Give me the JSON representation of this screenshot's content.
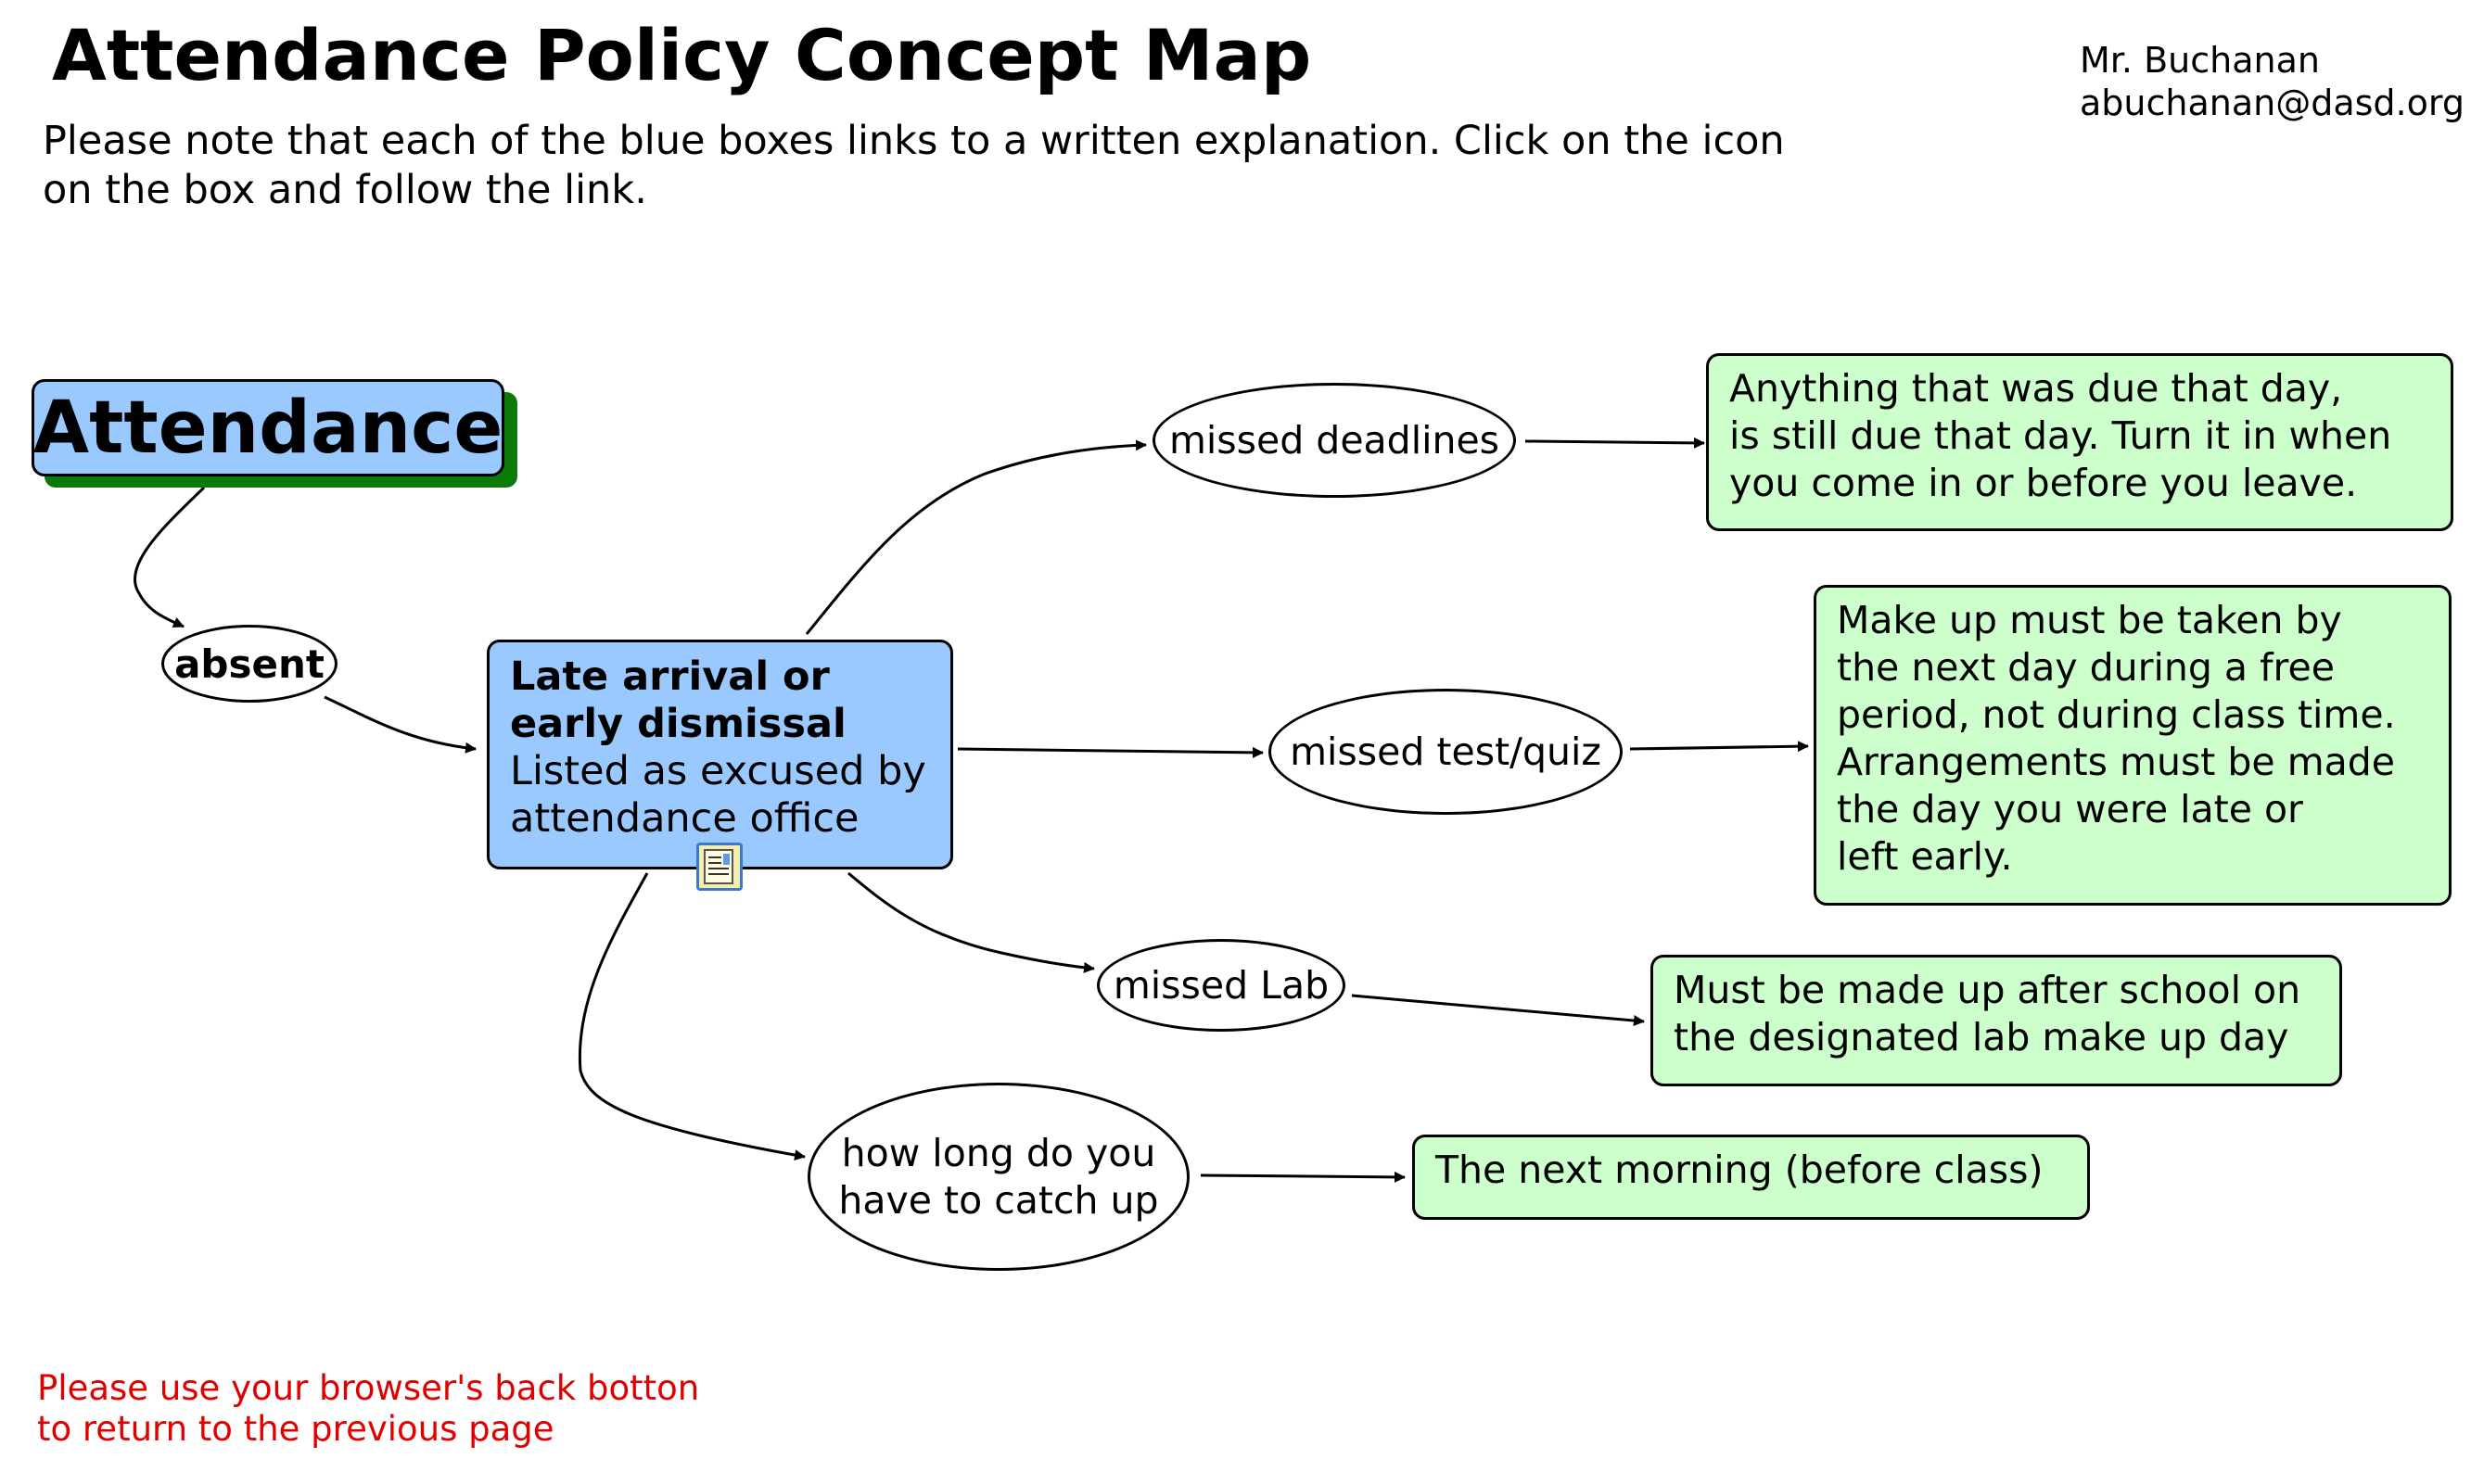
{
  "header": {
    "title": "Attendance Policy Concept Map",
    "author_name": "Mr. Buchanan",
    "author_email": "abuchanan@dasd.org",
    "note": "Please note that each of the blue boxes links to a written explanation. Click on the icon on the box and follow the link."
  },
  "nodes": {
    "attendance": "Attendance",
    "absent": "absent",
    "late": {
      "title_line1": "Late arrival or",
      "title_line2": "early dismissal",
      "desc_line1": "Listed as excused by",
      "desc_line2": "attendance office"
    },
    "missed_deadlines": "missed deadlines",
    "missed_test": "missed test/quiz",
    "missed_lab": "missed Lab",
    "catch_up": {
      "line1": "how long do you",
      "line2": "have to catch up"
    },
    "deadlines_info": {
      "line1": "Anything that was due that day,",
      "line2": "is still due that day. Turn it in when",
      "line3": "you come in or before you leave."
    },
    "test_info": {
      "line1": "Make up must be taken by",
      "line2": "the next day during a free",
      "line3": "period, not during class time.",
      "line4": "Arrangements must be made",
      "line5": "the day you were late or",
      "line6": "left early."
    },
    "lab_info": {
      "line1": "Must be made up after school on",
      "line2": "the designated lab make up day"
    },
    "catch_up_info": "The next morning (before class)"
  },
  "footer": {
    "line1": "Please use your browser's back botton",
    "line2": "to return to the previous page"
  },
  "colors": {
    "concept_fill": "#99c9ff",
    "info_fill": "#ccffcc",
    "shadow": "#0a7a0a",
    "footer_text": "#e00000"
  },
  "icons": {
    "resource_link": "document-icon"
  }
}
